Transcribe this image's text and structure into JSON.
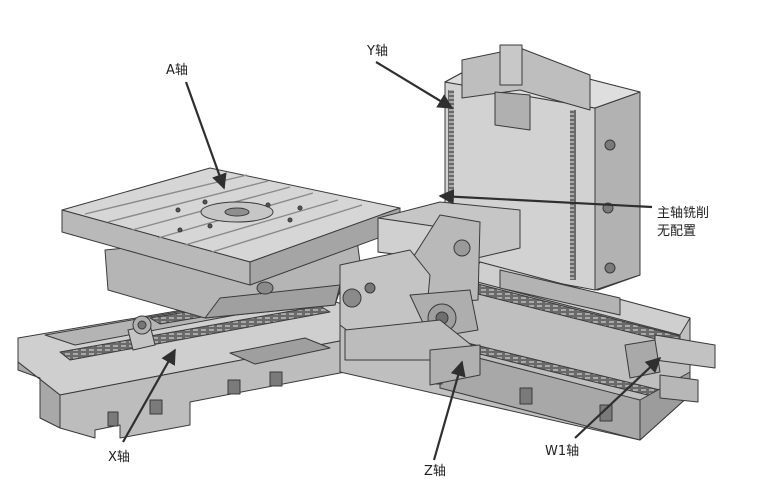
{
  "labels": {
    "a_axis": "A轴",
    "y_axis": "Y轴",
    "spindle_line1": "主轴铣削",
    "spindle_line2": "无配置",
    "x_axis": "X轴",
    "z_axis": "Z轴",
    "w1_axis": "W1轴"
  },
  "colors": {
    "metal_light": "#d2d2d2",
    "metal_mid": "#bcbcbc",
    "metal_dark": "#8e8e8e",
    "outline": "#3a3a3a",
    "arrow": "#2f2f2f",
    "rail": "#5a5a5a"
  }
}
